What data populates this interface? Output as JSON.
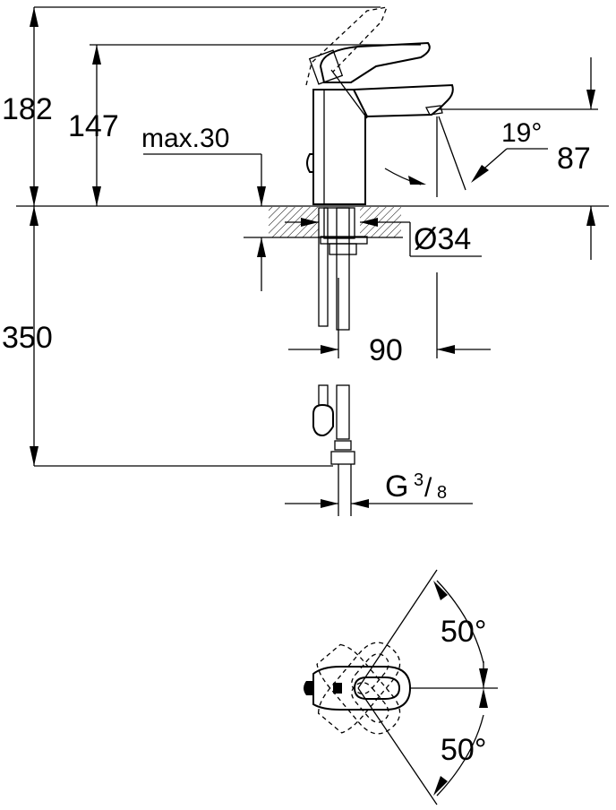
{
  "dimensions": {
    "total_height": "182",
    "spout_height": "147",
    "max_deck": "max.30",
    "spout_angle": "19°",
    "spout_drop": "87",
    "hole_diameter": "Ø34",
    "below_deck": "350",
    "spout_reach": "90",
    "connection_prefix": "G",
    "connection_num": "3",
    "connection_den": "8",
    "rotation_up": "50°",
    "rotation_down": "50°"
  }
}
